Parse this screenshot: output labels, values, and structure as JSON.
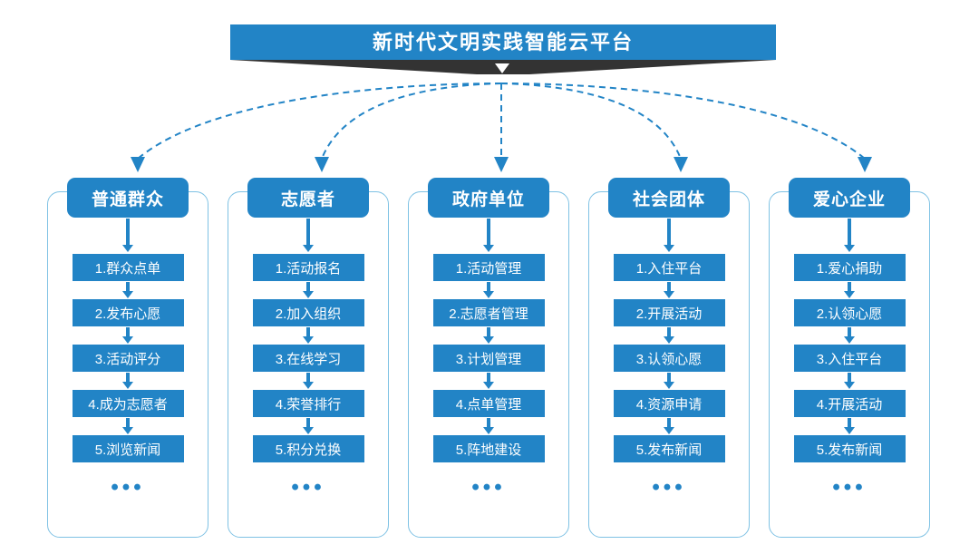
{
  "header": {
    "title": "新时代文明实践智能云平台",
    "arrow_icon": "chevron-down-icon"
  },
  "colors": {
    "brand_blue": "#2284C6",
    "frame_blue": "#7FC2E4",
    "shadow_dark": "#333333",
    "background": "#ffffff"
  },
  "more_indicator": "•••",
  "columns": [
    {
      "title": "普通群众",
      "items": [
        "1.群众点单",
        "2.发布心愿",
        "3.活动评分",
        "4.成为志愿者",
        "5.浏览新闻"
      ]
    },
    {
      "title": "志愿者",
      "items": [
        "1.活动报名",
        "2.加入组织",
        "3.在线学习",
        "4.荣誉排行",
        "5.积分兑换"
      ]
    },
    {
      "title": "政府单位",
      "items": [
        "1.活动管理",
        "2.志愿者管理",
        "3.计划管理",
        "4.点单管理",
        "5.阵地建设"
      ]
    },
    {
      "title": "社会团体",
      "items": [
        "1.入住平台",
        "2.开展活动",
        "3.认领心愿",
        "4.资源申请",
        "5.发布新闻"
      ]
    },
    {
      "title": "爱心企业",
      "items": [
        "1.爱心捐助",
        "2.认领心愿",
        "3.入住平台",
        "4.开展活动",
        "5.发布新闻"
      ]
    }
  ]
}
